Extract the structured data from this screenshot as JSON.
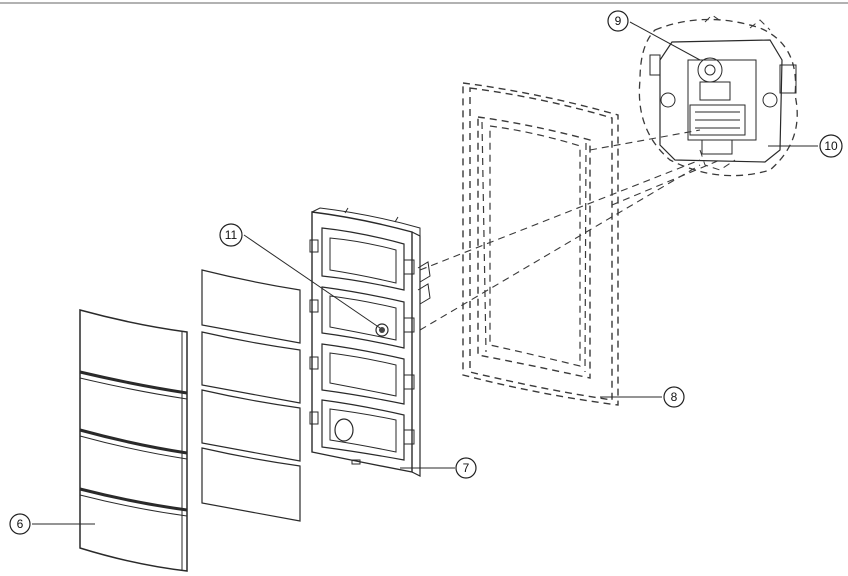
{
  "callouts": {
    "c6": "6",
    "c7": "7",
    "c8": "8",
    "c9": "9",
    "c10": "10",
    "c11": "11"
  },
  "colors": {
    "line": "#2a2a2a",
    "background": "#ffffff"
  }
}
